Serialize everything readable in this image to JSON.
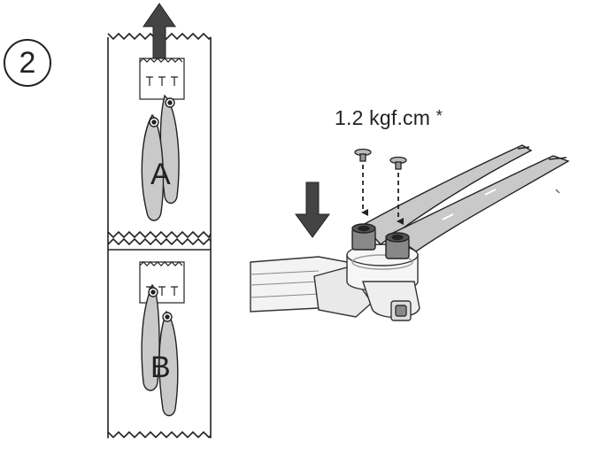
{
  "step": {
    "number": "2"
  },
  "torque": {
    "value": "1.2 kgf.cm",
    "note_mark": "*"
  },
  "packages": [
    {
      "label": "A"
    },
    {
      "label": "B"
    }
  ],
  "colors": {
    "line": "#222222",
    "arm_fill": "#f3f3f3",
    "blade_fill": "#c9c9c9",
    "arrow": "#444444"
  },
  "icons": [
    "pull-up-arrow",
    "push-down-arrow",
    "screw-icon"
  ]
}
